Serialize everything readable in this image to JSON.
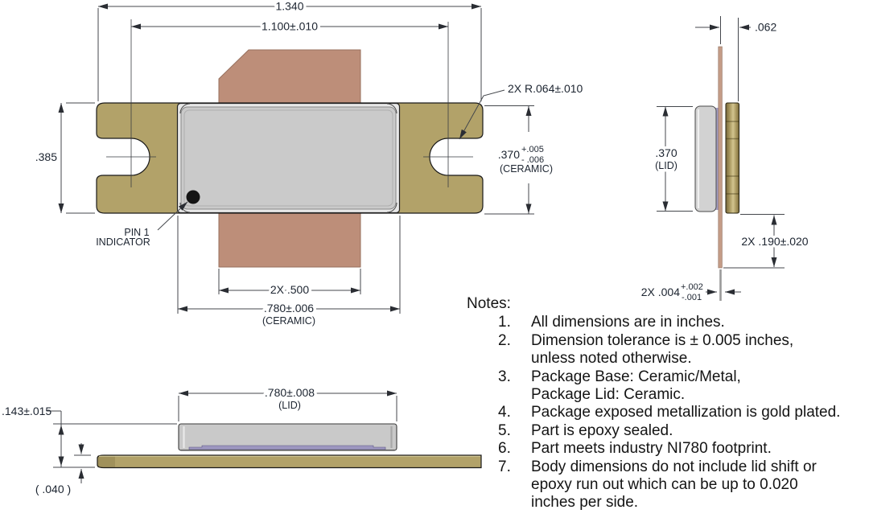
{
  "drawing": {
    "top_view": {
      "dim_flange_width": "1.340",
      "dim_hole_spacing": "1.100±.010",
      "dim_flange_height": ".385",
      "dim_slot_radius": "2X R.064±.010",
      "dim_ceramic_height": ".370",
      "dim_ceramic_height_tol_plus": "+.005",
      "dim_ceramic_height_tol_minus": "- .006",
      "dim_ceramic_height_note": "(CERAMIC)",
      "pin1_label_line1": "PIN 1",
      "pin1_label_line2": "INDICATOR",
      "dim_lead_width": "2X .500",
      "dim_ceramic_width": ".780±.006",
      "dim_ceramic_width_note": "(CERAMIC)"
    },
    "side_view": {
      "dim_flange_thickness": ".062",
      "dim_lid_height": ".370",
      "dim_lid_height_note": "(LID)",
      "dim_lead_length": "2X .190±.020",
      "dim_lead_thickness": "2X .004",
      "dim_lead_thickness_tol_plus": "+.002",
      "dim_lead_thickness_tol_minus": "-.001"
    },
    "front_view": {
      "dim_lid_width": ".780±.008",
      "dim_lid_width_note": "(LID)",
      "dim_total_height": ".143±.015",
      "dim_flange_thickness_ref": "( .040 )"
    },
    "colors": {
      "flange_gold": "#b2a269",
      "ceramic_lead_salmon": "#bd8e79",
      "lid_gray": "#cacaca",
      "braze_lavender": "#a39dc3"
    }
  },
  "notes": {
    "title": "Notes:",
    "items": [
      {
        "num": "1.",
        "text": "All dimensions are in inches."
      },
      {
        "num": "2.",
        "text": "Dimension tolerance is ± 0.005 inches,\nunless noted otherwise."
      },
      {
        "num": "3.",
        "text": "Package Base: Ceramic/Metal,\nPackage Lid: Ceramic."
      },
      {
        "num": "4.",
        "text": "Package exposed metallization is gold plated."
      },
      {
        "num": "5.",
        "text": "Part is epoxy sealed."
      },
      {
        "num": "6.",
        "text": "Part meets industry NI780 footprint."
      },
      {
        "num": "7.",
        "text": "Body dimensions do not include lid shift or\nepoxy run out which can be up to 0.020\ninches per side."
      }
    ]
  }
}
